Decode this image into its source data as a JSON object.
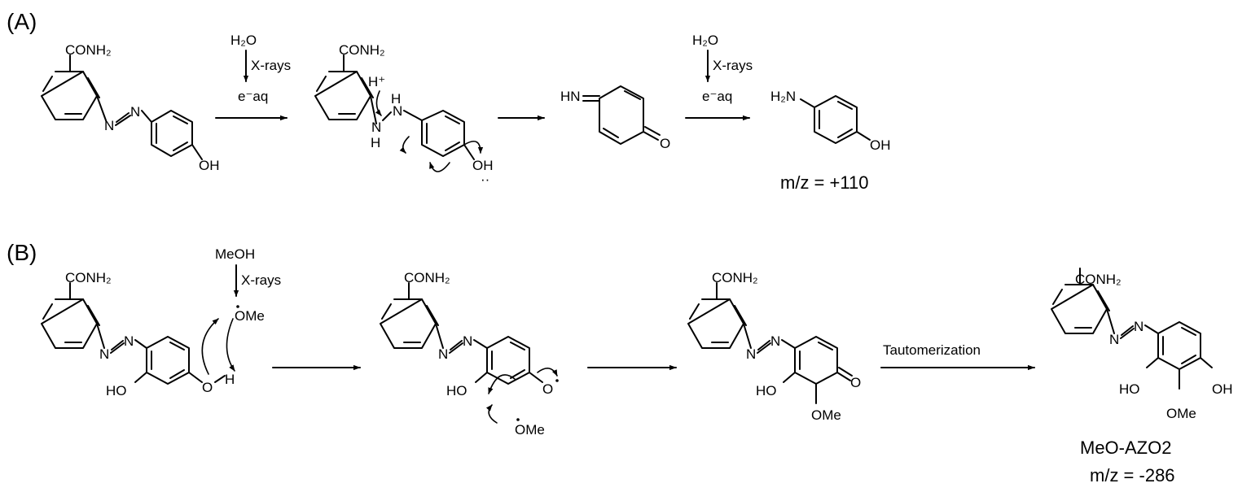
{
  "panel_a": {
    "label": "(A)",
    "step1": {
      "reagent": "H₂O",
      "condition": "X-rays",
      "species": "e⁻aq"
    },
    "step3": {
      "reagent": "H₂O",
      "condition": "X-rays",
      "species": "e⁻aq"
    },
    "mz": "m/z = +110"
  },
  "panel_b": {
    "label": "(B)",
    "step1": {
      "reagent": "MeOH",
      "condition": "X-rays",
      "radical": "OMe"
    },
    "step3_label": "Tautomerization",
    "product_name": "MeO-AZO2",
    "mz": "m/z = -286"
  },
  "atom_labels": {
    "conh2": "CONH₂",
    "oh": "OH",
    "ho": "HO",
    "ome": "OMe",
    "n": "N",
    "h": "H",
    "hplus": "H⁺",
    "hn": "HN",
    "h2n": "H₂N",
    "o": "O",
    "lone_pair": "··"
  }
}
